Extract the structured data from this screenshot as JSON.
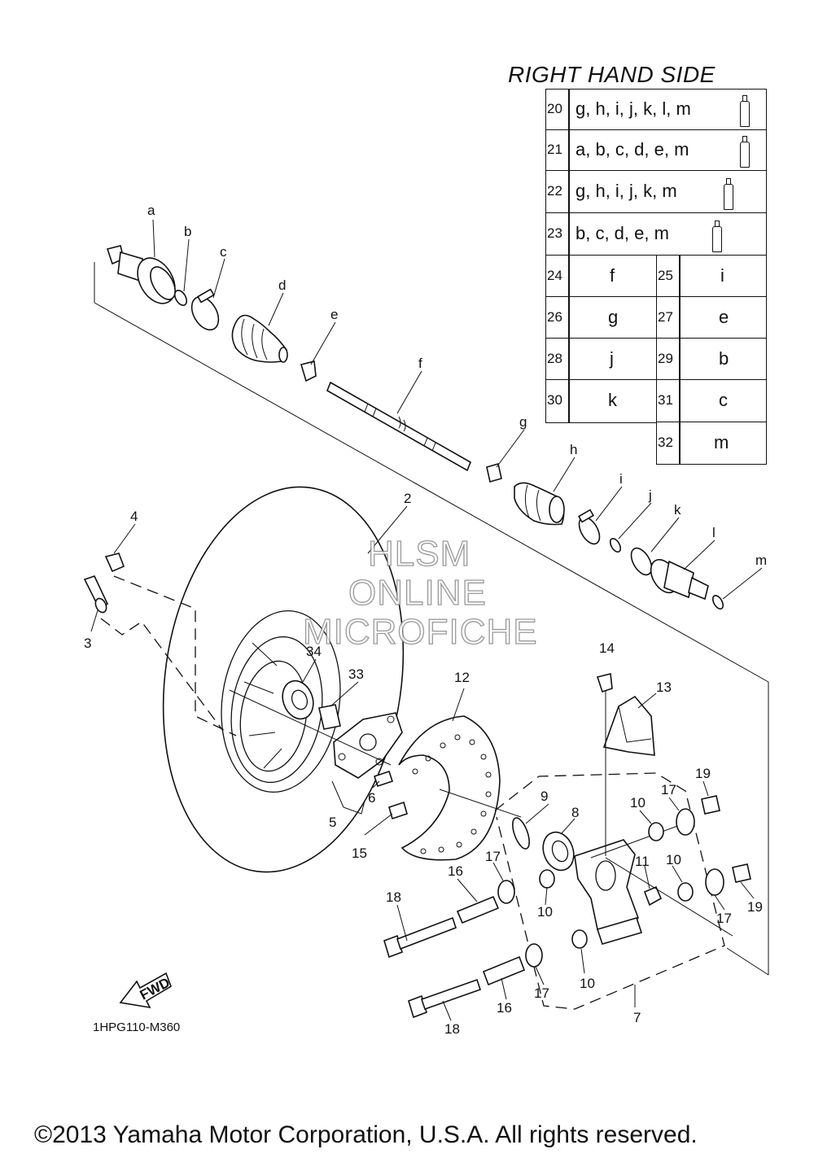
{
  "title": "RIGHT HAND SIDE",
  "table": {
    "wide_rows": [
      {
        "num": "20",
        "letters": "g, h, i, j, k, l, m"
      },
      {
        "num": "21",
        "letters": "a, b, c, d, e, m"
      },
      {
        "num": "22",
        "letters": "g, h, i, j, k, m"
      },
      {
        "num": "23",
        "letters": "b, c, d, e, m"
      }
    ],
    "pair_rows": [
      [
        {
          "num": "24",
          "letter": "f"
        },
        {
          "num": "25",
          "letter": "i"
        }
      ],
      [
        {
          "num": "26",
          "letter": "g"
        },
        {
          "num": "27",
          "letter": "e"
        }
      ],
      [
        {
          "num": "28",
          "letter": "j"
        },
        {
          "num": "29",
          "letter": "b"
        }
      ],
      [
        {
          "num": "30",
          "letter": "k"
        },
        {
          "num": "31",
          "letter": "c"
        }
      ]
    ],
    "last_row": {
      "num": "32",
      "letter": "m"
    }
  },
  "part_labels": {
    "a": "a",
    "b": "b",
    "c": "c",
    "d": "d",
    "e": "e",
    "f": "f",
    "g": "g",
    "h": "h",
    "i": "i",
    "j": "j",
    "k": "k",
    "l": "l",
    "m": "m",
    "p2": "2",
    "p3": "3",
    "p4": "4",
    "p5": "5",
    "p6": "6",
    "p7": "7",
    "p8": "8",
    "p9": "9",
    "p10a": "10",
    "p10b": "10",
    "p10c": "10",
    "p10d": "10",
    "p11": "11",
    "p12": "12",
    "p13": "13",
    "p14": "14",
    "p15": "15",
    "p16a": "16",
    "p16b": "16",
    "p17a": "17",
    "p17b": "17",
    "p17c": "17",
    "p17d": "17",
    "p18a": "18",
    "p18b": "18",
    "p19a": "19",
    "p19b": "19",
    "p33": "33",
    "p34": "34"
  },
  "fwd_label": "FWD",
  "drawing_code": "1HPG110-M360",
  "watermark": [
    "HLSM",
    "ONLINE",
    "MICROFICHE"
  ],
  "copyright": "©2013 Yamaha Motor Corporation, U.S.A. All rights reserved."
}
